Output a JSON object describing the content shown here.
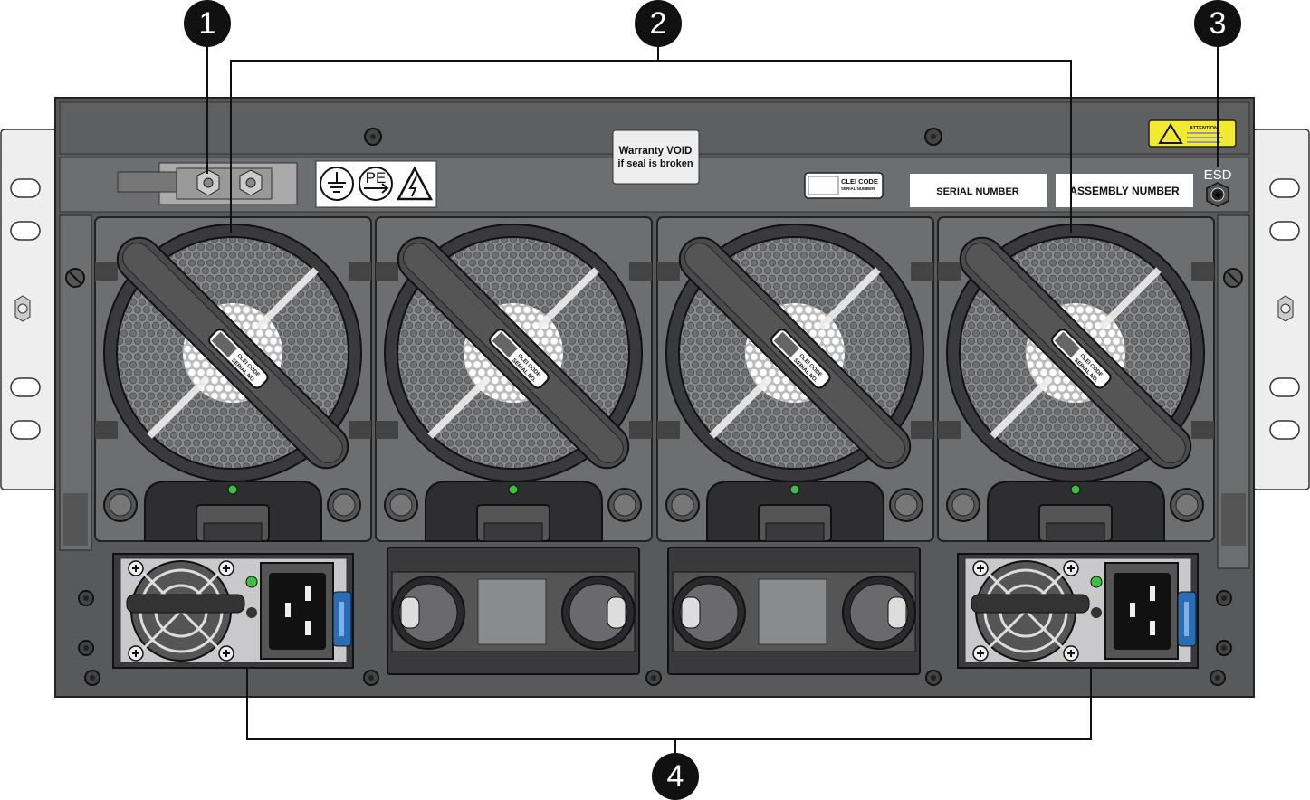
{
  "callouts": [
    {
      "number": "1"
    },
    {
      "number": "2"
    },
    {
      "number": "3"
    },
    {
      "number": "4"
    }
  ],
  "labels": {
    "warranty_line1": "Warranty VOID",
    "warranty_line2": "if seal is broken",
    "clei_code": "CLEI CODE",
    "clei_serial": "SERIAL NUMBER",
    "serial_number": "SERIAL NUMBER",
    "assembly_number": "ASSEMBLY NUMBER",
    "esd": "ESD",
    "attention": "ATTENTION",
    "pe": "PE",
    "fan_tag_line1": "CLEI CODE",
    "fan_tag_line2": "SERIAL NO."
  },
  "components": {
    "fan_modules": 4,
    "power_supplies": 2,
    "blank_slots": 2
  },
  "colors": {
    "chassis": "#58595b",
    "panel": "#6d6e70",
    "dark": "#3a3a3c",
    "attention_yellow": "#f2ea2e",
    "psu_handle_blue": "#2a6db5",
    "led_green": "#3fbf3f"
  }
}
